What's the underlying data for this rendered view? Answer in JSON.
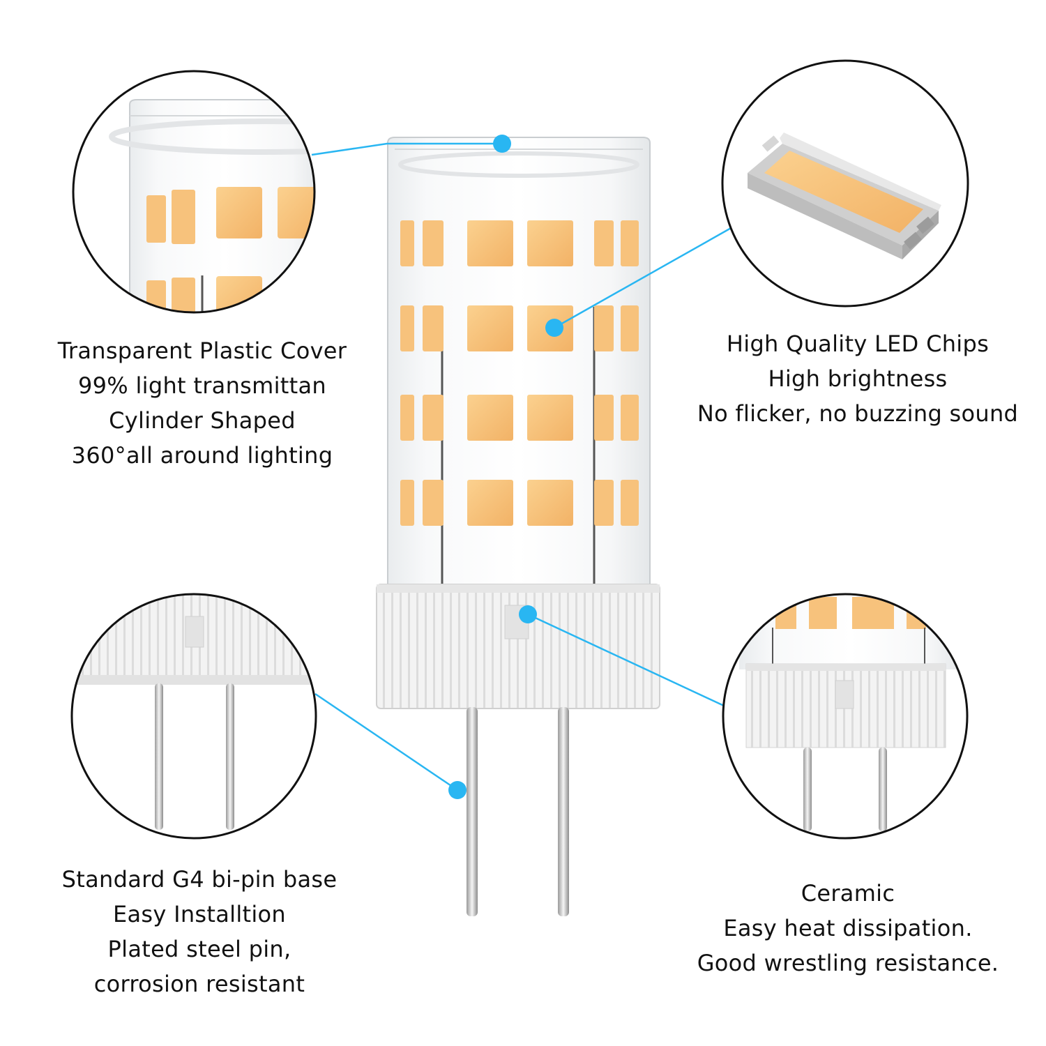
{
  "colors": {
    "accent": "#29b6f2",
    "led_chip": "#f7c27c",
    "led_chip_inner": "#f3b36a",
    "ceramic": "#f2f2f2",
    "outline": "#111111"
  },
  "callouts": {
    "cover": {
      "lines": [
        "Transparent Plastic Cover",
        "99% light transmittan",
        "Cylinder Shaped",
        "360°all around lighting"
      ]
    },
    "chips": {
      "lines": [
        "High Quality LED Chips",
        "High brightness",
        "No flicker, no buzzing sound"
      ]
    },
    "base": {
      "lines": [
        "Standard G4 bi-pin base",
        "Easy Installtion",
        "Plated steel pin,",
        "corrosion resistant"
      ]
    },
    "ceramic": {
      "lines": [
        "Ceramic",
        "Easy heat dissipation.",
        "Good wrestling resistance."
      ]
    }
  }
}
